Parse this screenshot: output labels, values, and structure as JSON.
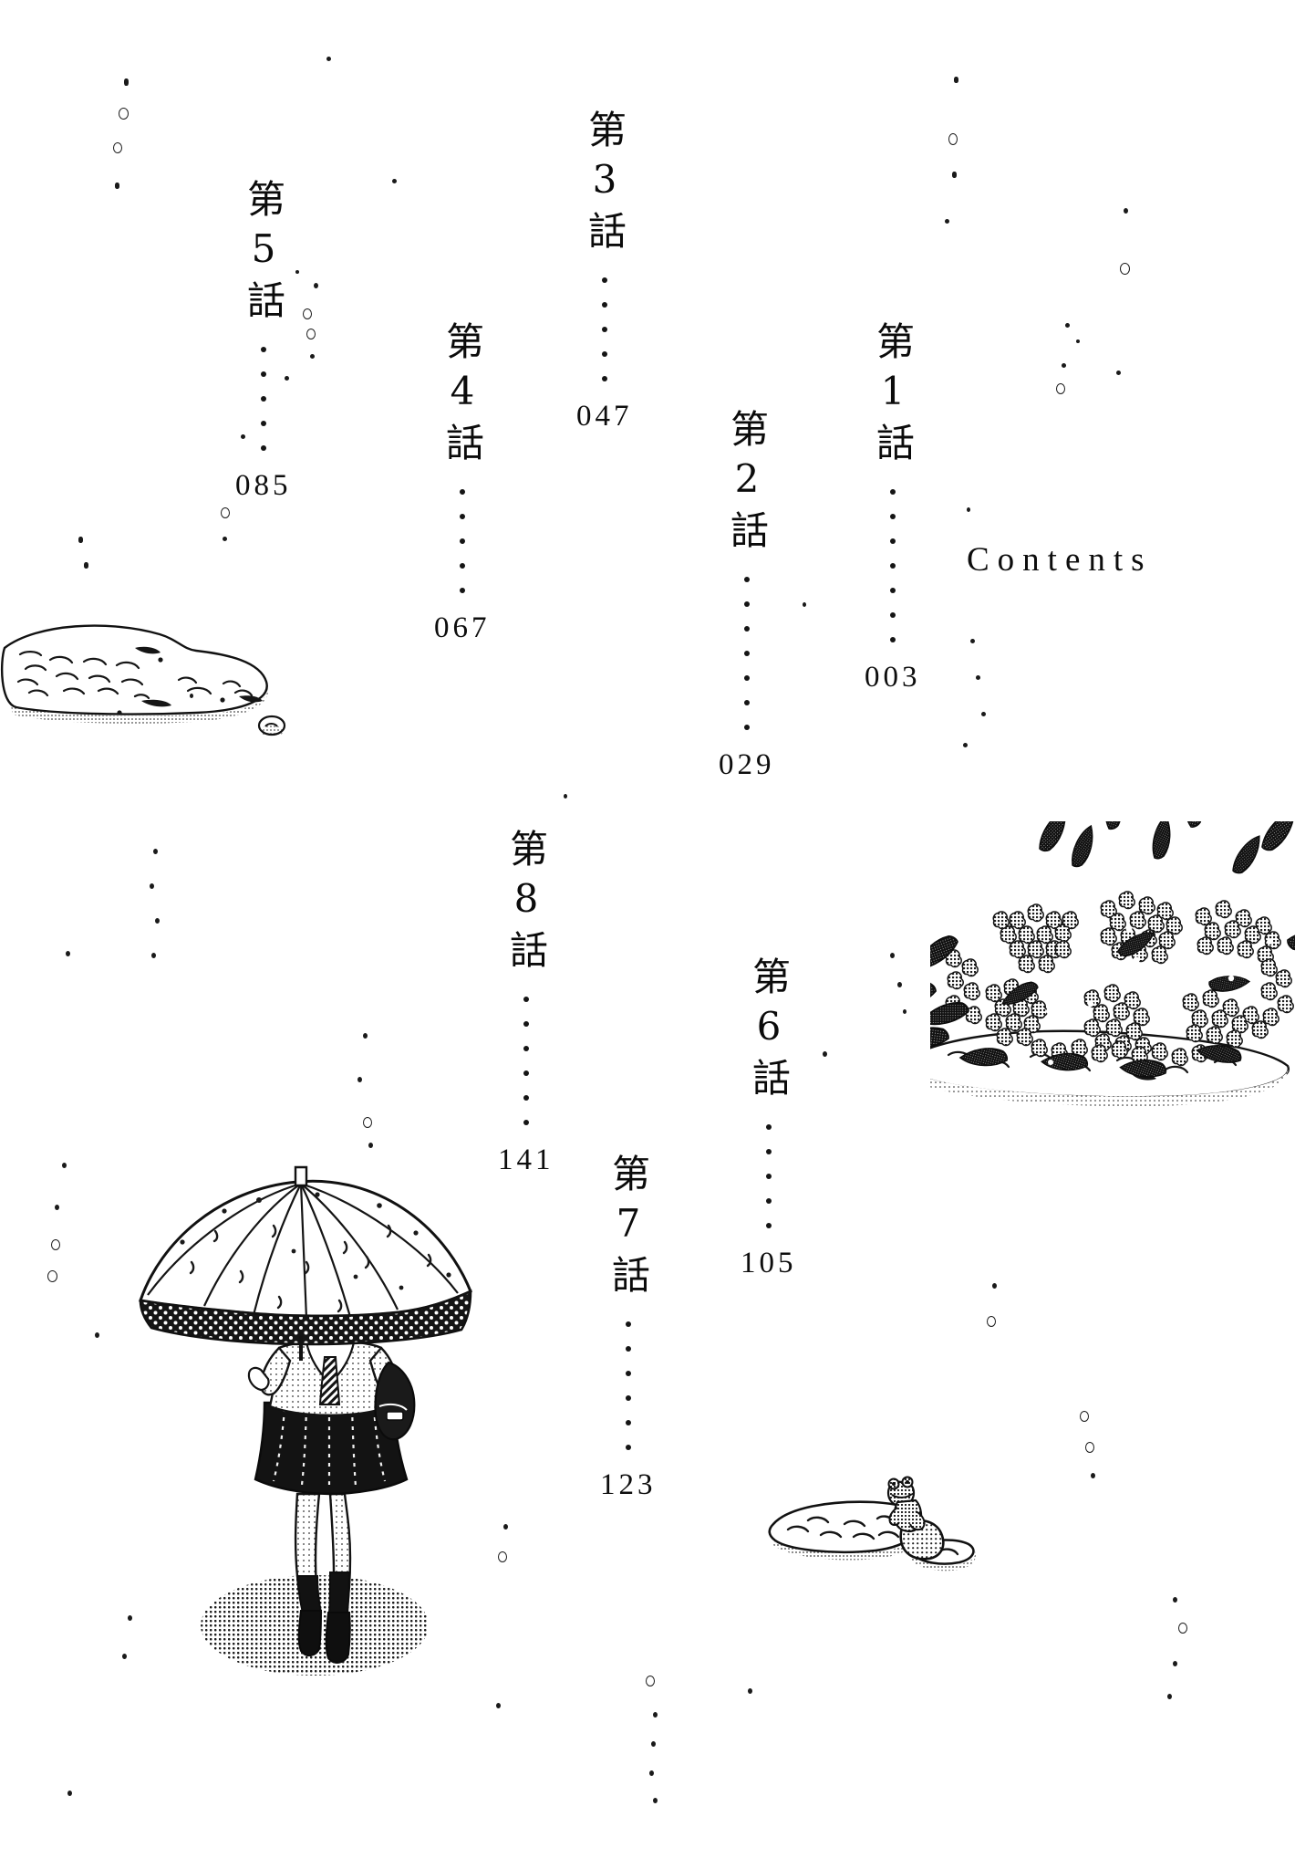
{
  "page": {
    "title": "Contents",
    "background_color": "#ffffff",
    "ink_color": "#111111"
  },
  "heading": {
    "label": "Contents"
  },
  "toc": {
    "entries": [
      {
        "id": "chapter-1",
        "label": "第1話",
        "page": "003",
        "leader_dots": 7
      },
      {
        "id": "chapter-2",
        "label": "第2話",
        "page": "029",
        "leader_dots": 7
      },
      {
        "id": "chapter-3",
        "label": "第3話",
        "page": "047",
        "leader_dots": 5
      },
      {
        "id": "chapter-4",
        "label": "第4話",
        "page": "067",
        "leader_dots": 5
      },
      {
        "id": "chapter-5",
        "label": "第5話",
        "page": "085",
        "leader_dots": 5
      },
      {
        "id": "chapter-6",
        "label": "第6話",
        "page": "105",
        "leader_dots": 5
      },
      {
        "id": "chapter-7",
        "label": "第7話",
        "page": "123",
        "leader_dots": 6
      },
      {
        "id": "chapter-8",
        "label": "第8話",
        "page": "141",
        "leader_dots": 6
      }
    ]
  },
  "illustrations": [
    {
      "id": "puddle-top-left",
      "name": "puddle-illustration"
    },
    {
      "id": "hydrangea-bush",
      "name": "hydrangea-illustration"
    },
    {
      "id": "girl-with-umbrella",
      "name": "schoolgirl-umbrella-illustration"
    },
    {
      "id": "frog-on-puddle",
      "name": "frog-puddle-illustration"
    }
  ]
}
